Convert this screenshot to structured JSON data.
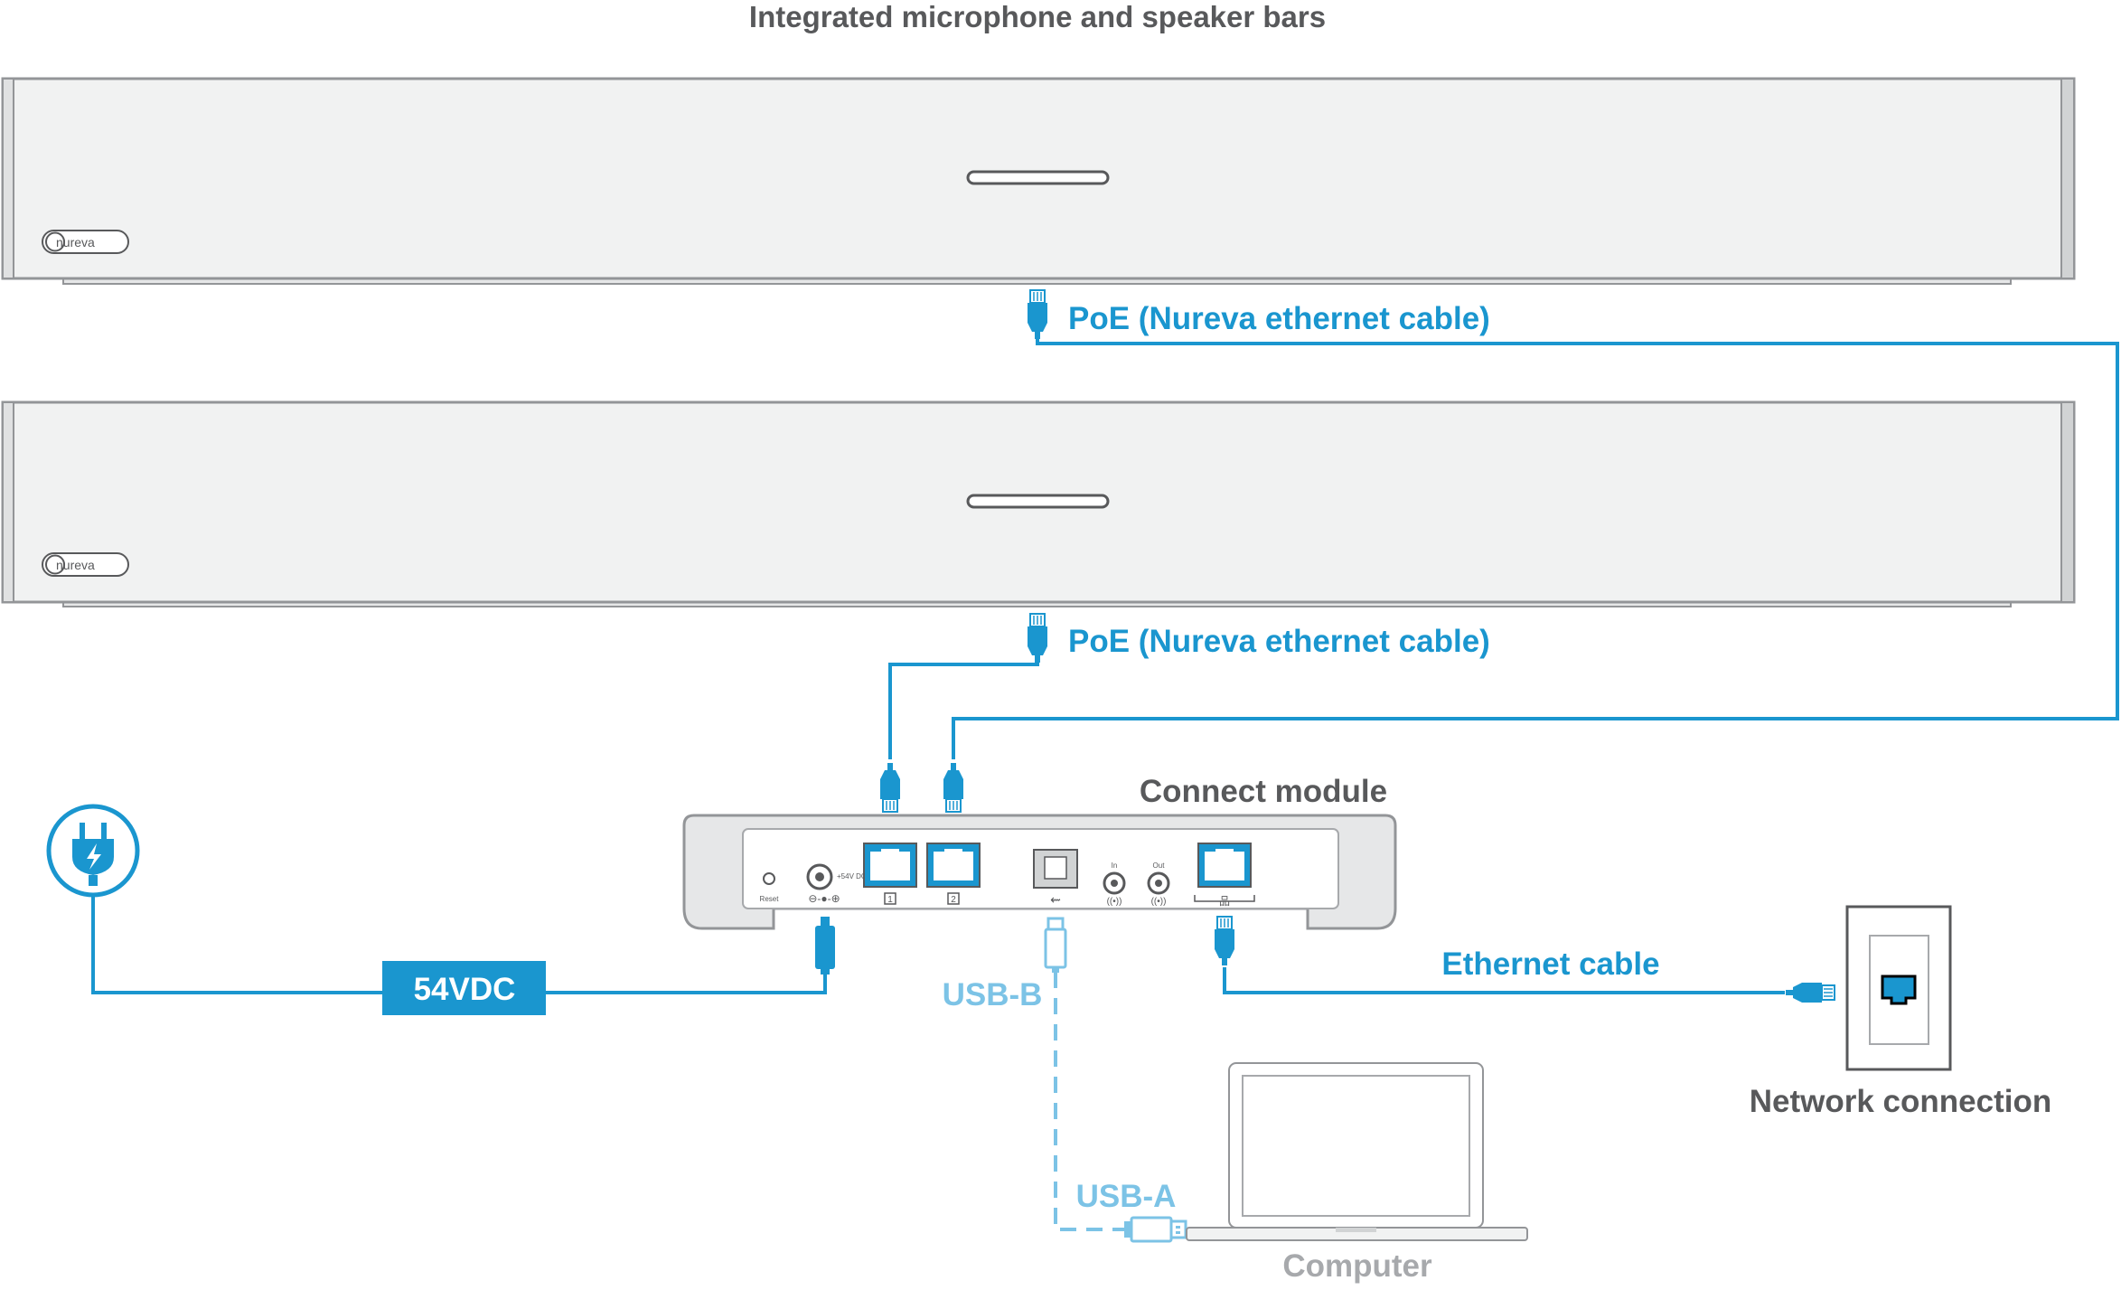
{
  "title": "Integrated microphone and speaker bars",
  "bar_logo": "nureva",
  "cables": {
    "poe_top": "PoE (Nureva ethernet cable)",
    "poe_bottom": "PoE (Nureva ethernet cable)",
    "ethernet": "Ethernet cable",
    "usb_b": "USB-B",
    "usb_a": "USB-A",
    "power": "54VDC"
  },
  "devices": {
    "connect_module": "Connect module",
    "network": "Network connection",
    "computer": "Computer"
  },
  "module_ports": {
    "reset": "Reset",
    "dc": "+54V DC",
    "port1": "1",
    "port2": "2",
    "in": "In",
    "out": "Out"
  },
  "colors": {
    "cable_blue": "#1a96cf",
    "usb_light_blue": "#7cc3e6",
    "label_gray": "#58595b",
    "device_fill": "#f1f2f2",
    "device_stroke": "#939598"
  },
  "icons": [
    "power-plug-icon",
    "ethernet-plug-icon",
    "usb-plug-icon",
    "dc-plug-icon",
    "ethernet-wall-jack-icon",
    "laptop-icon"
  ]
}
